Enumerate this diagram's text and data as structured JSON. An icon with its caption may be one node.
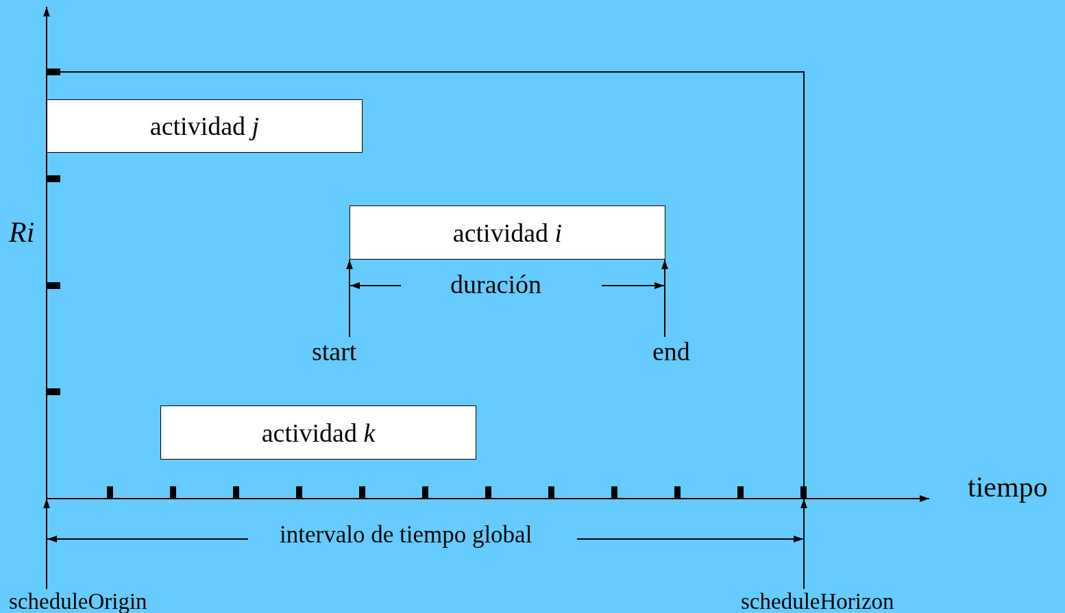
{
  "diagram": {
    "nodes": [
      {
        "text": [
          "actividad *j*"
        ]
      },
      {
        "text": [
          "actividad *i*"
        ]
      },
      {
        "text": [
          "actividad *k*"
        ]
      },
      {
        "text": [
          "start"
        ]
      },
      {
        "text": [
          "end"
        ]
      },
      {
        "text": [
          "scheduleOrigin"
        ]
      },
      {
        "text": [
          "scheduleHorizon"
        ]
      }
    ],
    "edges": [
      {
        "from": 3,
        "to": 1,
        "arrow": "to"
      },
      {
        "from": 4,
        "to": 1,
        "arrow": "to"
      },
      {
        "from": 5,
        "to": null,
        "arrow": "to"
      },
      {
        "from": 6,
        "to": null,
        "arrow": "to"
      }
    ],
    "labels": [
      "Ri",
      "duración",
      "tiempo",
      "intervalo de tiempo global"
    ]
  }
}
